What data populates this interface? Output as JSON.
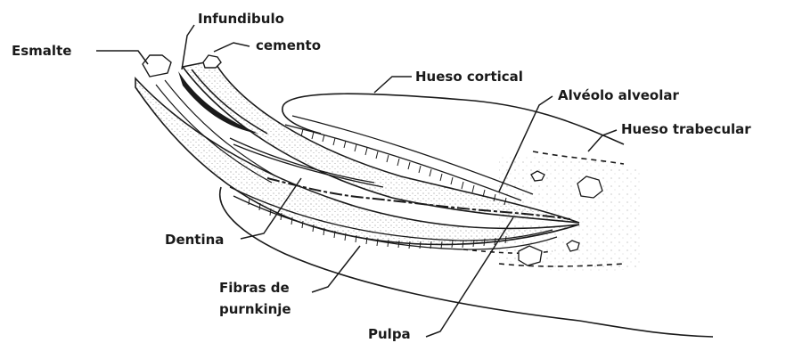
{
  "labels": {
    "esmalte": "Esmalte",
    "infundibulo": "Infundibulo",
    "cemento": "cemento",
    "hueso_cortical": "Hueso cortical",
    "alveolo_alveolar": "Alvéolo alveolar",
    "hueso_trabecular": "Hueso  trabecular",
    "dentina": "Dentina",
    "fibras_line1": "Fibras de",
    "fibras_line2": "purnkinje",
    "pulpa": "Pulpa"
  },
  "colors": {
    "ink": "#1a1a1a",
    "stipple": "#6e6e6e",
    "background": "#ffffff"
  }
}
